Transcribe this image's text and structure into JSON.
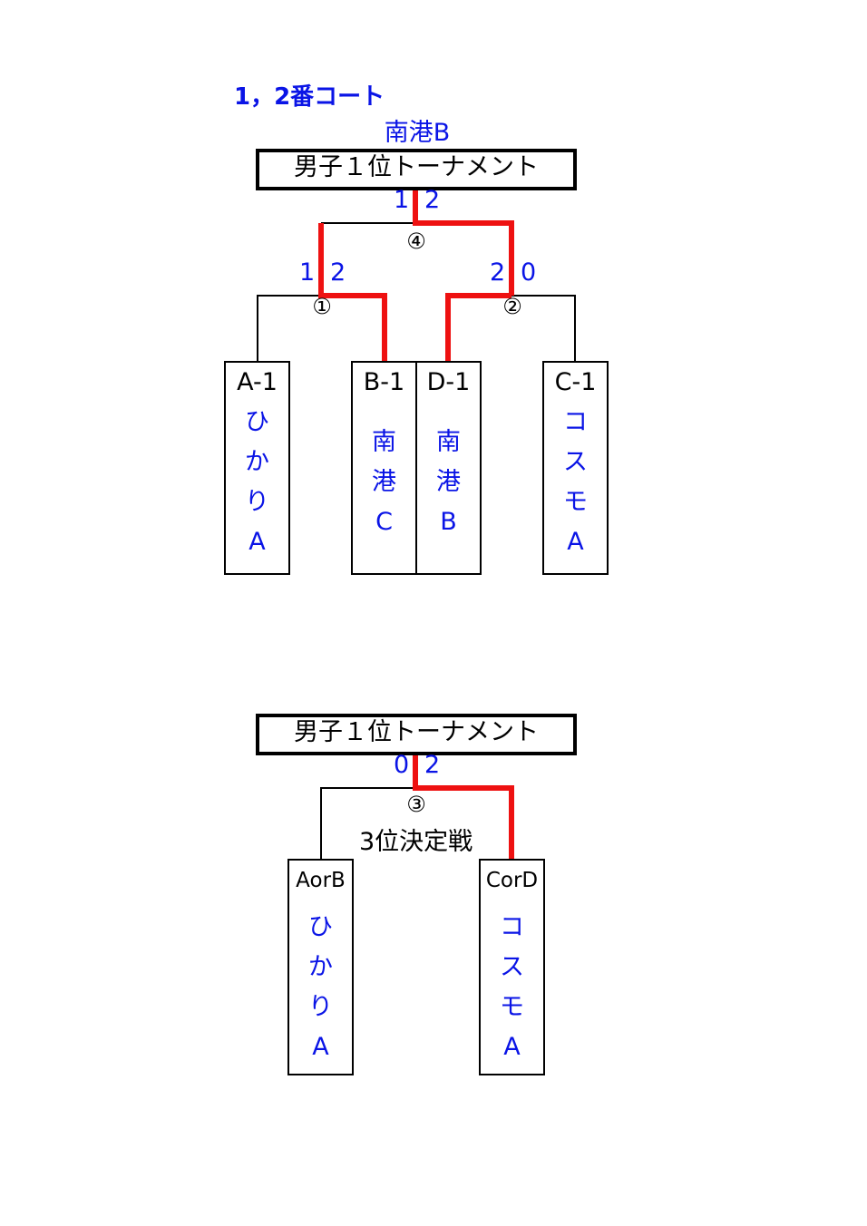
{
  "court_label": "1，2番コート",
  "champion": "南港B",
  "main_bracket": {
    "title": "男子１位トーナメント",
    "final": {
      "match_no": "④",
      "score_left": "1",
      "score_right": "2"
    },
    "semi_left": {
      "match_no": "①",
      "score_left": "1",
      "score_right": "2"
    },
    "semi_right": {
      "match_no": "②",
      "score_left": "2",
      "score_right": "0"
    },
    "teams": [
      {
        "seed": "A-1",
        "chars": [
          "ひ",
          "か",
          "り",
          "A"
        ]
      },
      {
        "seed": "B-1",
        "chars": [
          "南",
          "港",
          "C"
        ]
      },
      {
        "seed": "D-1",
        "chars": [
          "南",
          "港",
          "B"
        ]
      },
      {
        "seed": "C-1",
        "chars": [
          "コ",
          "ス",
          "モ",
          "A"
        ]
      }
    ]
  },
  "third_place": {
    "title": "男子１位トーナメント",
    "match_no": "③",
    "score_left": "0",
    "score_right": "2",
    "label": "3位決定戦",
    "teams": [
      {
        "seed": "AorB",
        "chars": [
          "ひ",
          "か",
          "り",
          "A"
        ]
      },
      {
        "seed": "CorD",
        "chars": [
          "コ",
          "ス",
          "モ",
          "A"
        ]
      }
    ]
  },
  "colors": {
    "win_line": "#ee1111",
    "text_blue": "#0a14e6"
  }
}
